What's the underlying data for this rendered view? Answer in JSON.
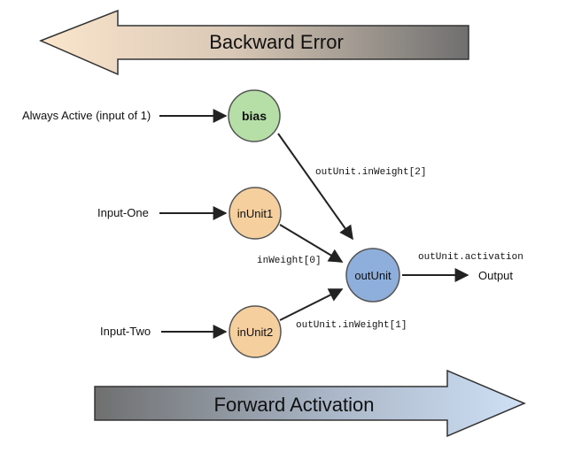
{
  "banners": {
    "backward": "Backward Error",
    "forward": "Forward Activation"
  },
  "inputs": {
    "always_active": "Always Active (input of 1)",
    "input_one": "Input-One",
    "input_two": "Input-Two"
  },
  "nodes": {
    "bias": "bias",
    "in_unit_1": "inUnit1",
    "in_unit_2": "inUnit2",
    "out_unit": "outUnit"
  },
  "edge_labels": {
    "weight_2": "outUnit.inWeight[2]",
    "weight_0": "inWeight[0]",
    "weight_1": "outUnit.inWeight[1]",
    "activation": "outUnit.activation"
  },
  "output_label": "Output",
  "colors": {
    "bias_fill": "#b5dfa6",
    "in_unit_fill": "#f6cf9f",
    "out_unit_fill": "#8eaedb",
    "node_stroke": "#555555",
    "arrow": "#222222"
  }
}
